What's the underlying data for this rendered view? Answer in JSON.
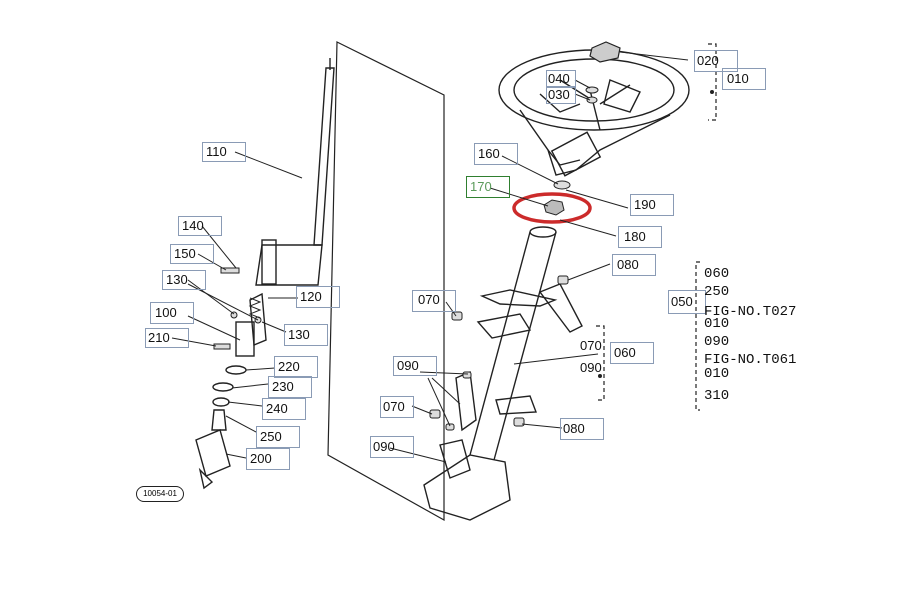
{
  "part_labels": {
    "p010": "010",
    "p020": "020",
    "p030": "030",
    "p040": "040",
    "p160": "160",
    "p170": "170",
    "p190": "190",
    "p180": "180",
    "p080a": "080",
    "p080b": "080",
    "p070a": "070",
    "p070b": "070",
    "p070c": "070",
    "p060": "060",
    "p090a": "090",
    "p090b": "090",
    "p090c": "090",
    "p050": "050",
    "p110": "110",
    "p140": "140",
    "p150": "150",
    "p130a": "130",
    "p130b": "130",
    "p120": "120",
    "p100": "100",
    "p210": "210",
    "p220": "220",
    "p230": "230",
    "p240": "240",
    "p250": "250",
    "p200": "200"
  },
  "ref_block": {
    "l1": "060",
    "l2": "250",
    "l3": "FIG-NO.T027",
    "l4": "010",
    "l5": "090",
    "l6": "FIG-NO.T061",
    "l7": "010",
    "l8": "310"
  },
  "code_block": {
    "c1": "070",
    "c2": "090"
  },
  "stamp": "10054-01",
  "colors": {
    "highlight": "#cc2b2b",
    "box_border": "#8a9bb5",
    "green_label": "#5a9a5a"
  }
}
